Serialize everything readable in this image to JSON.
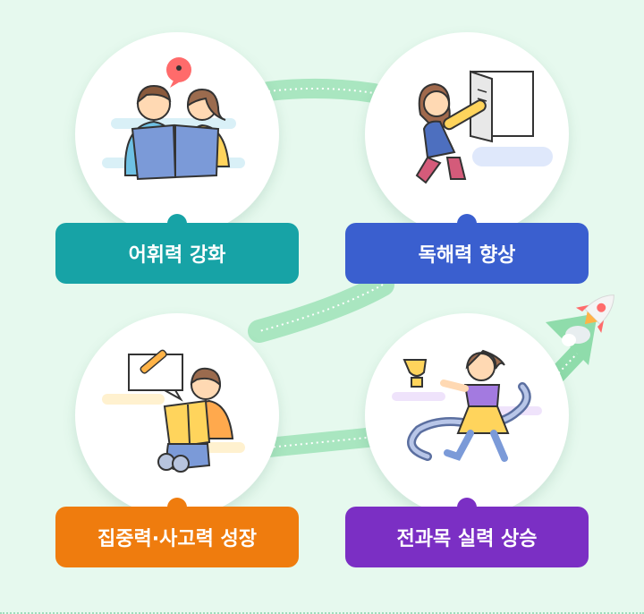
{
  "steps": [
    {
      "label": "어휘력 강화",
      "icon": "kids-reading-book-icon",
      "color": "#17a3a6"
    },
    {
      "label": "독해력 향상",
      "icon": "girl-with-pencil-and-book-icon",
      "color": "#3a5fcf"
    },
    {
      "label": "집중력·사고력 성장",
      "icon": "boy-reading-with-pencil-icon",
      "color": "#ef7c0e"
    },
    {
      "label": "전과목 실력 상승",
      "icon": "girl-running-with-trophy-icon",
      "color": "#7b2fc4"
    }
  ],
  "decor": {
    "rocket": "rocket-icon",
    "path": "growth-path-arrow"
  }
}
